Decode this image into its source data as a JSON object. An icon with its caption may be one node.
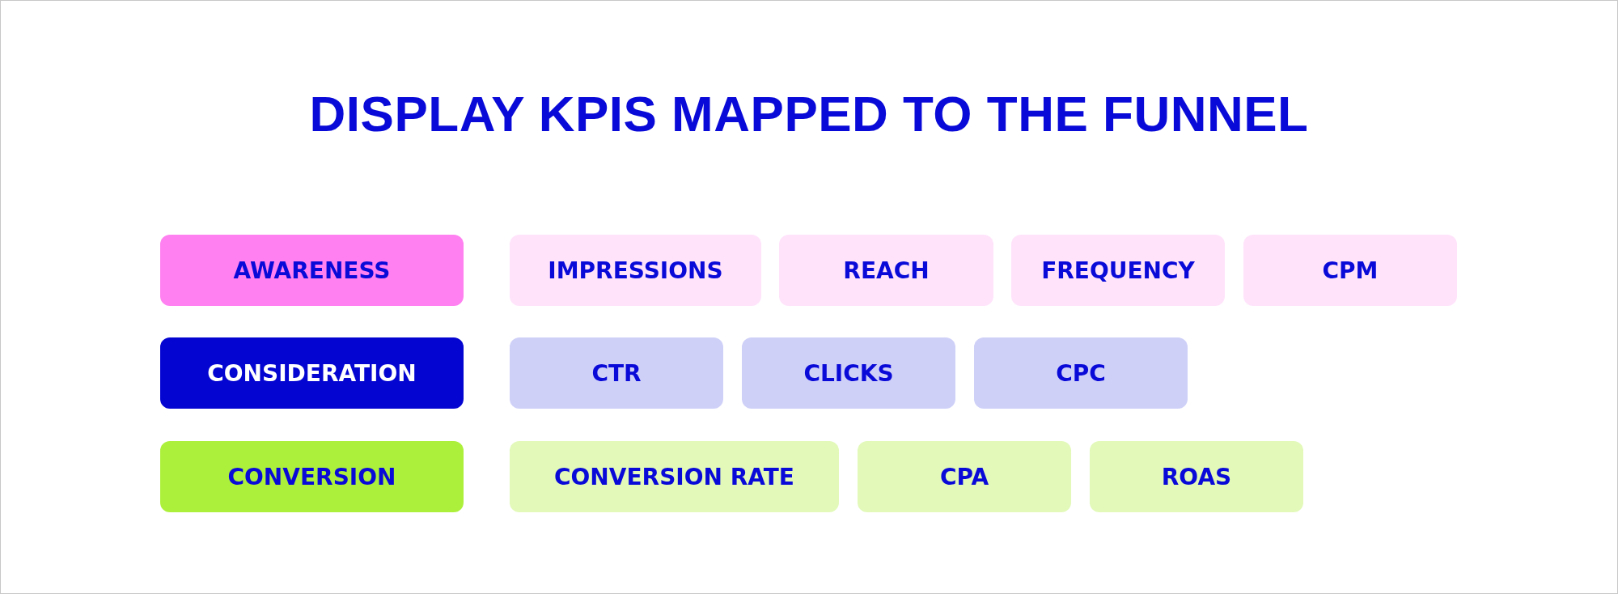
{
  "diagram": {
    "title": "DISPLAY KPIS MAPPED TO THE FUNNEL",
    "nodes": [
      {
        "text": [
          "AWARENESS"
        ]
      },
      {
        "text": [
          "IMPRESSIONS"
        ]
      },
      {
        "text": [
          "REACH"
        ]
      },
      {
        "text": [
          "FREQUENCY"
        ]
      },
      {
        "text": [
          "CPM"
        ]
      },
      {
        "text": [
          "CONSIDERATION"
        ]
      },
      {
        "text": [
          "CTR"
        ]
      },
      {
        "text": [
          "CLICKS"
        ]
      },
      {
        "text": [
          "CPC"
        ]
      },
      {
        "text": [
          "CONVERSION"
        ]
      },
      {
        "text": [
          "CONVERSION RATE"
        ]
      },
      {
        "text": [
          "CPA"
        ]
      },
      {
        "text": [
          "ROAS"
        ]
      }
    ]
  }
}
